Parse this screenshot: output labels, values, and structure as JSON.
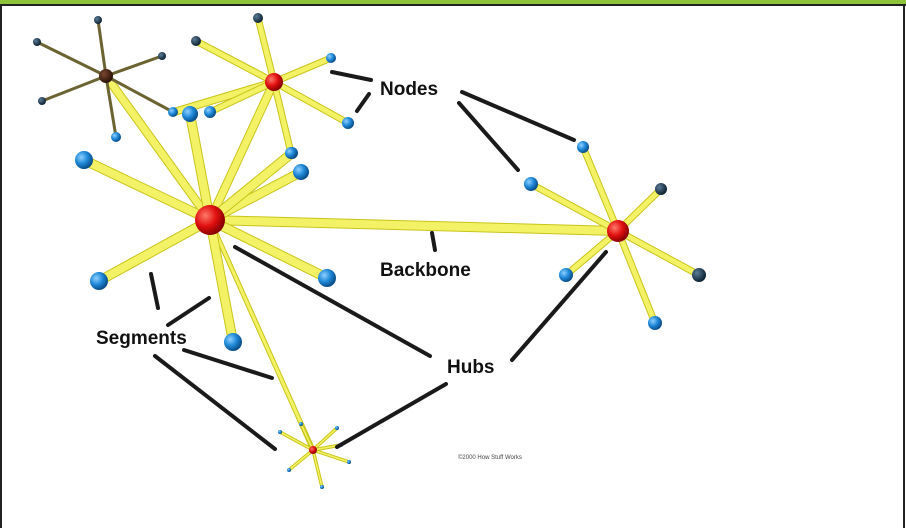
{
  "labels": {
    "nodes": "Nodes",
    "backbone": "Backbone",
    "segments": "Segments",
    "hubs": "Hubs"
  },
  "copyright": "©2000 How Stuff Works",
  "colors": {
    "link": "#f3f266",
    "link_outline": "#c8c41a",
    "dark_link": "#6b6331",
    "hub": "#e11010",
    "node": "#1e88d8",
    "pointer": "#1a1a1a",
    "top_bar": "#8fc43a"
  }
}
